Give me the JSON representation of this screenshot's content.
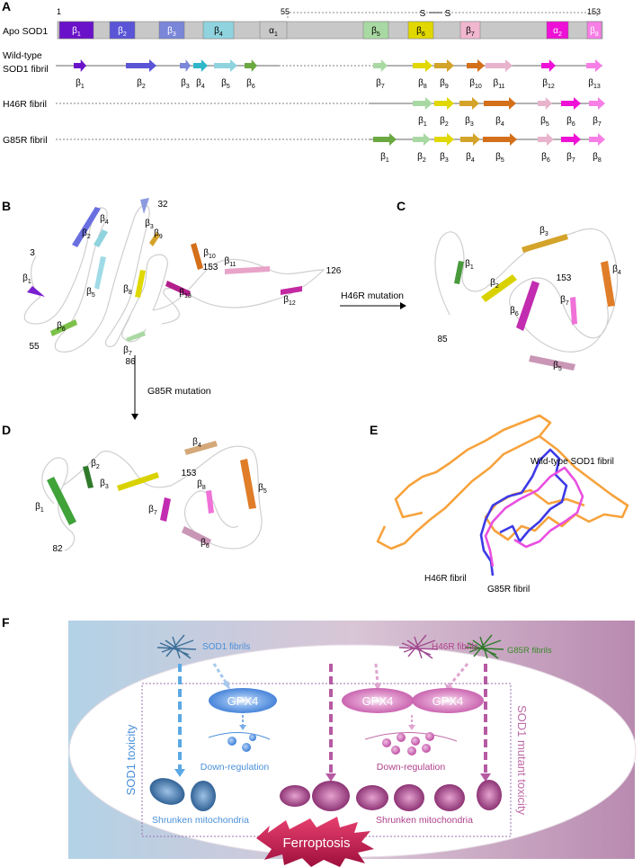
{
  "panels": {
    "A": "A",
    "B": "B",
    "C": "C",
    "D": "D",
    "E": "E",
    "F": "F"
  },
  "panel_a": {
    "apo_label": "Apo SOD1",
    "start_num": "1",
    "ss_num": "55",
    "end_num": "153",
    "ss_s1": "S",
    "ss_s2": "S",
    "apo_segments": [
      {
        "label": "β1",
        "color": "#6a12c9"
      },
      {
        "label": "β2",
        "color": "#5a55d6"
      },
      {
        "label": "β3",
        "color": "#7a86d8"
      },
      {
        "label": "β4",
        "color": "#8fd3de"
      },
      {
        "label": "α1",
        "color": "#c8c8c8"
      },
      {
        "label": "β5",
        "color": "#a9d9a3"
      },
      {
        "label": "β6",
        "color": "#e0d800"
      },
      {
        "label": "β7",
        "color": "#f0b7cf"
      },
      {
        "label": "α2",
        "color": "#ee10d6"
      },
      {
        "label": "β8",
        "color": "#f77fe6"
      }
    ],
    "rows": [
      {
        "label_line1": "Wild-type",
        "label_line2": "SOD1 fibril",
        "strands": [
          "β1",
          "β2",
          "β3",
          "β4",
          "β5",
          "β6",
          "β7",
          "β8",
          "β9",
          "β10",
          "β11",
          "β12",
          "β13"
        ]
      },
      {
        "label_line1": "H46R fibril",
        "label_line2": "",
        "strands": [
          "β1",
          "β2",
          "β3",
          "β4",
          "β5",
          "β6",
          "β7"
        ]
      },
      {
        "label_line1": "G85R fibril",
        "label_line2": "",
        "strands": [
          "β1",
          "β2",
          "β3",
          "β4",
          "β5",
          "β6",
          "β7",
          "β8"
        ]
      }
    ]
  },
  "panel_b": {
    "strands": [
      "β1",
      "β2",
      "β3",
      "β4",
      "β5",
      "β6",
      "β7",
      "β8",
      "β9",
      "β10",
      "β11",
      "β12",
      "β13"
    ],
    "numbers": [
      "3",
      "32",
      "55",
      "86",
      "153",
      "126"
    ],
    "arrow_right": "H46R mutation",
    "arrow_down": "G85R mutation"
  },
  "panel_c": {
    "strands": [
      "β1",
      "β2",
      "β3",
      "β4",
      "β5",
      "β6",
      "β7"
    ],
    "numbers": [
      "85",
      "153"
    ]
  },
  "panel_d": {
    "strands": [
      "β1",
      "β2",
      "β3",
      "β4",
      "β5",
      "β6",
      "β7",
      "β8"
    ],
    "numbers": [
      "82",
      "153"
    ]
  },
  "panel_e": {
    "wt_label": "Wild-type SOD1 fibril",
    "h46r_label": "H46R fibril",
    "g85r_label": "G85R fibril",
    "colors": {
      "wt": "#f7a23c",
      "h46r": "#e94fe0",
      "g85r": "#3d3ae6"
    }
  },
  "panel_f": {
    "sod1_fibrils": "SOD1 fibrils",
    "h46r_fibrils": "H46R fibrils",
    "g85r_fibrils": "G85R fibrils",
    "gpx4_a": "GPX4",
    "gpx4_b": "GPX4",
    "gpx4_c": "GPX4",
    "down_left": "Down-regulation",
    "down_right": "Down-regulation",
    "sod1_toxicity": "SOD1 toxicity",
    "mutant_toxicity": "SOD1 mutant toxicity",
    "shrunken_left": "Shrunken mitochondria",
    "shrunken_right": "Shrunken mitochondria",
    "ferroptosis": "Ferroptosis",
    "colors": {
      "blue": "#4a90d9",
      "magenta": "#b0428c",
      "green": "#3a8a2a",
      "red": "#c2184f"
    }
  }
}
